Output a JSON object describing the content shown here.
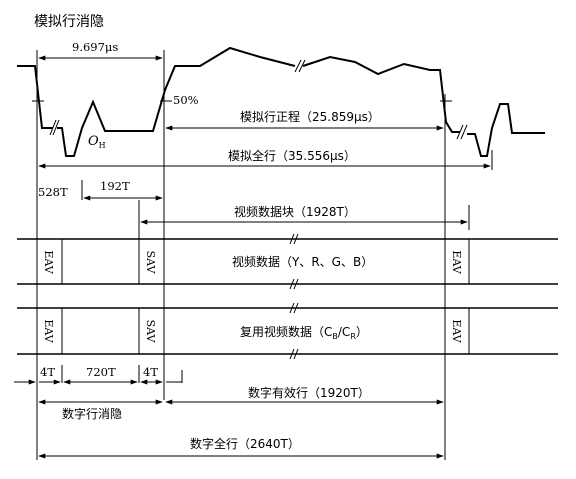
{
  "title": "模拟行消隐",
  "analog": {
    "dur_label": "9.697μs",
    "percent_label": "50%",
    "origin_main": "O",
    "origin_sub": "H",
    "active_label": "模拟行正程（25.859μs）",
    "full_label": "模拟全行（35.556μs）"
  },
  "digital": {
    "t528": "528T",
    "t192": "192T",
    "block_label": "视频数据块（1928T）",
    "row1_label": "视频数据（Y、R、G、B）",
    "row2_main": "复用视频数据（C",
    "row2_sub1": "B",
    "row2_mid": "/C",
    "row2_sub2": "R",
    "row2_end": "）",
    "eav": "EAV",
    "sav": "SAV",
    "t4a": "4T",
    "t720": "720T",
    "t4b": "4T",
    "digital_blank": "数字行消隐",
    "active_digital": "数字有效行（1920T）",
    "full_digital": "数字全行（2640T）"
  }
}
